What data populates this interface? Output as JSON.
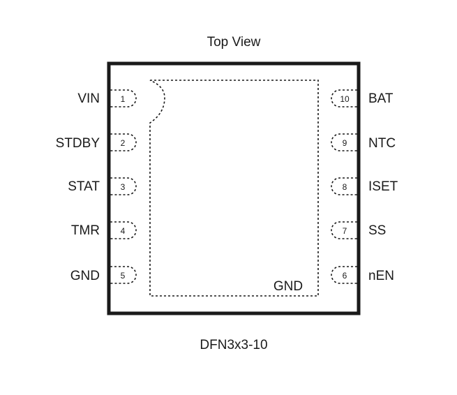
{
  "diagram": {
    "title": "Top View",
    "package": "DFN3x3-10",
    "exposed_pad_label": "GND",
    "left_pins": [
      {
        "num": "1",
        "name": "VIN"
      },
      {
        "num": "2",
        "name": "STDBY"
      },
      {
        "num": "3",
        "name": "STAT"
      },
      {
        "num": "4",
        "name": "TMR"
      },
      {
        "num": "5",
        "name": "GND"
      }
    ],
    "right_pins": [
      {
        "num": "10",
        "name": "BAT"
      },
      {
        "num": "9",
        "name": "NTC"
      },
      {
        "num": "8",
        "name": "ISET"
      },
      {
        "num": "7",
        "name": "SS"
      },
      {
        "num": "6",
        "name": "nEN"
      }
    ]
  }
}
